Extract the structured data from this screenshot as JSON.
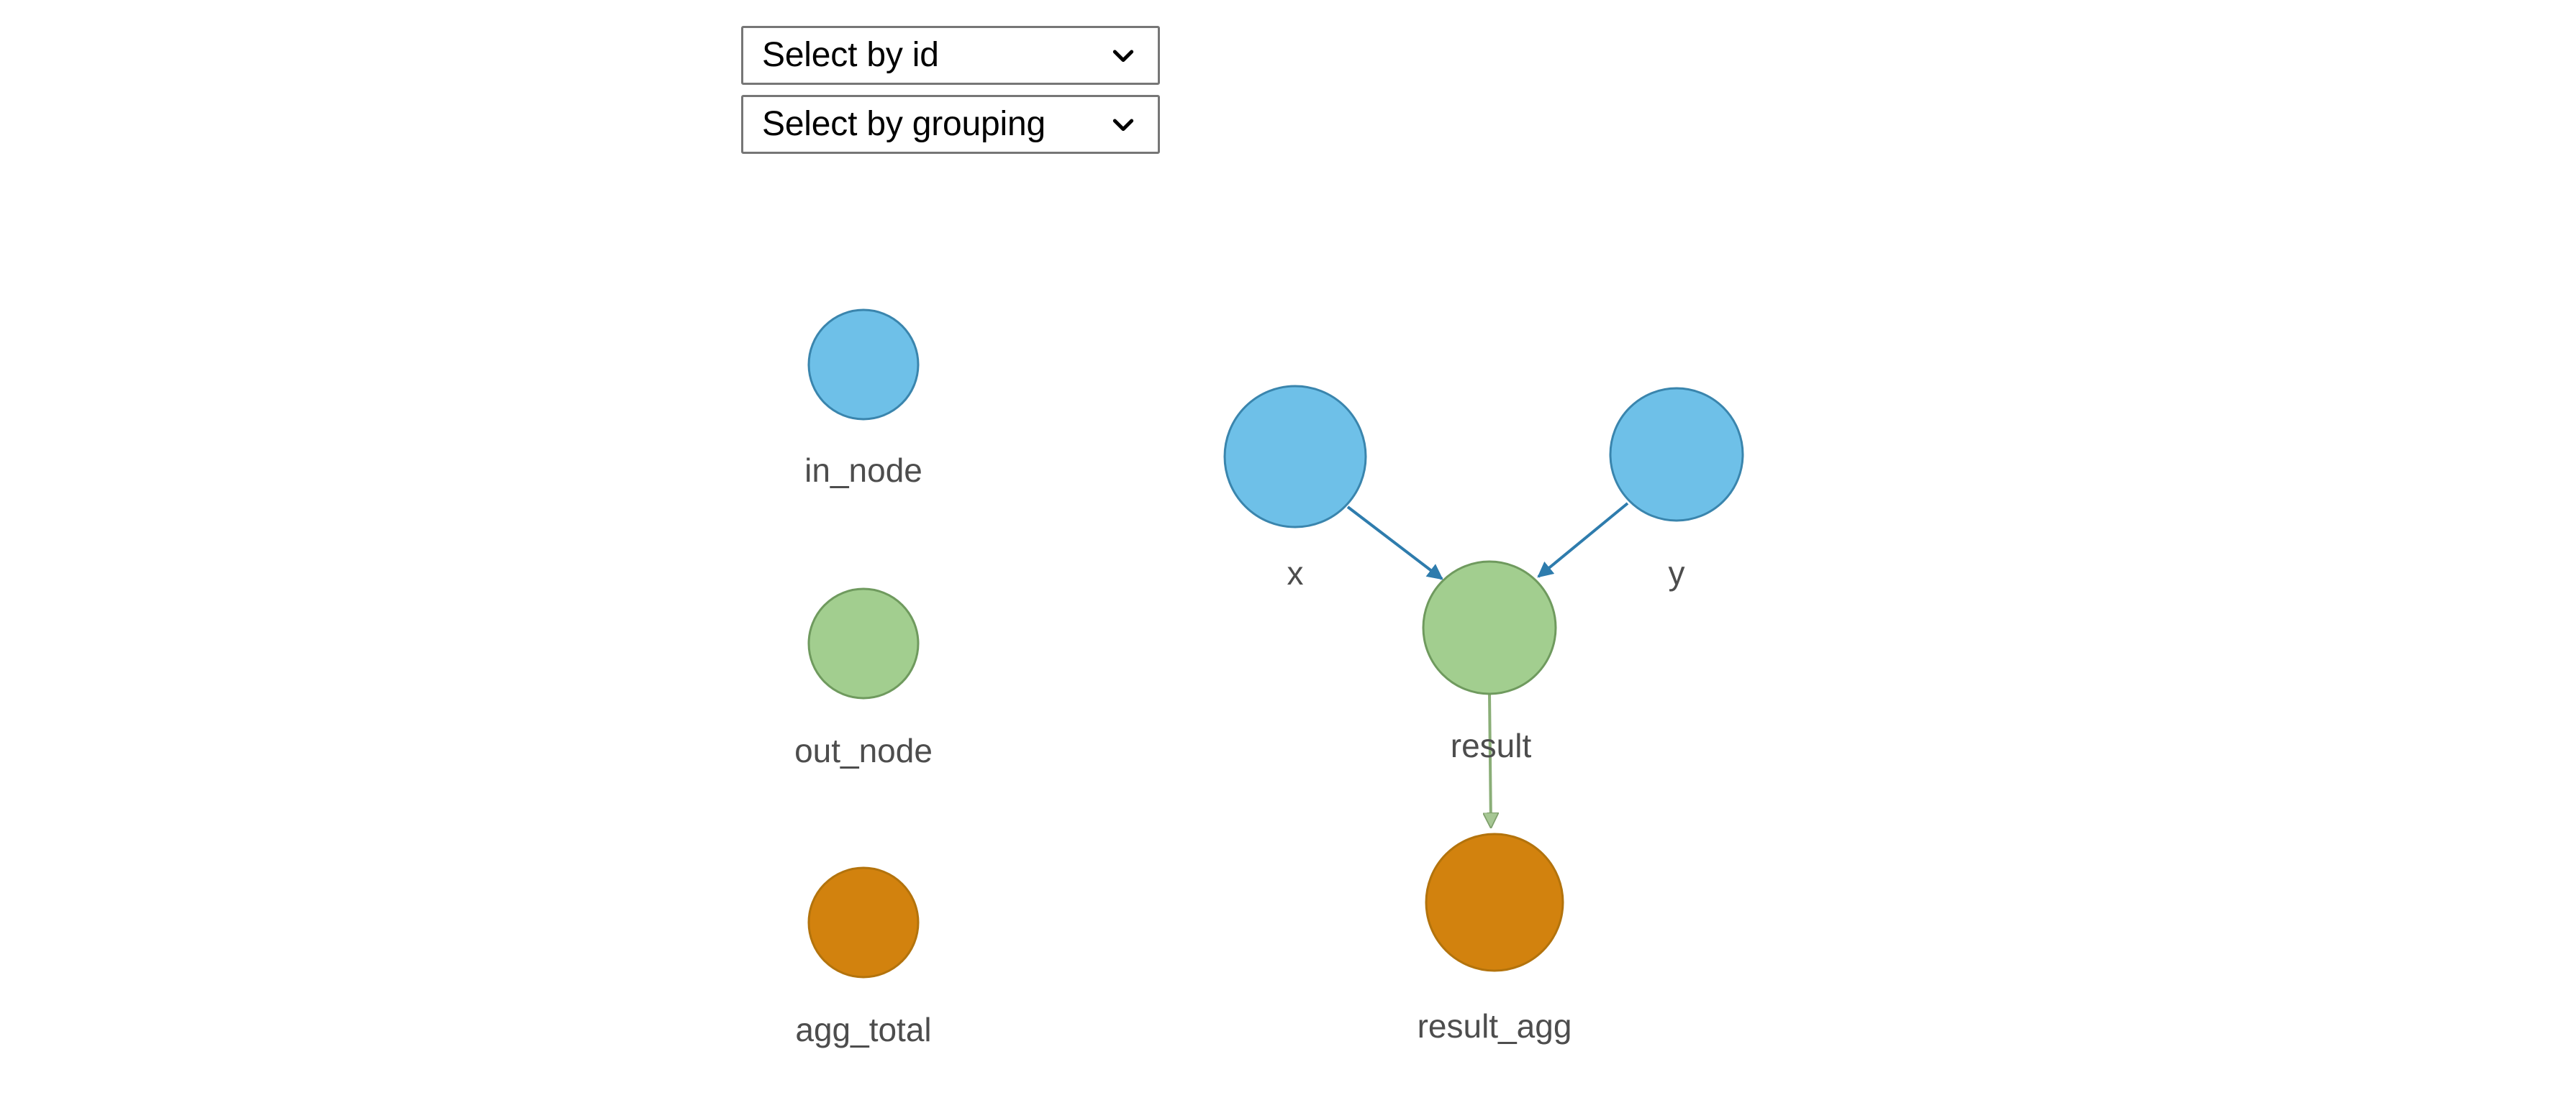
{
  "controls": {
    "select_id": {
      "label": "Select by id",
      "icon": "chevron-down-icon"
    },
    "select_grouping": {
      "label": "Select by grouping",
      "icon": "chevron-down-icon"
    }
  },
  "legend": {
    "items": [
      {
        "label": "in_node",
        "fill": "#6ec0e8",
        "stroke": "#3a85ad"
      },
      {
        "label": "out_node",
        "fill": "#a2ce8f",
        "stroke": "#6f9a5e"
      },
      {
        "label": "agg_total",
        "fill": "#d2820e",
        "stroke": "#b3730c"
      }
    ]
  },
  "graph": {
    "nodes": [
      {
        "id": "x",
        "label": "x",
        "fill": "#6ec0e8",
        "stroke": "#3a85ad"
      },
      {
        "id": "y",
        "label": "y",
        "fill": "#6ec0e8",
        "stroke": "#3a85ad"
      },
      {
        "id": "result",
        "label": "",
        "fill": "#a2ce8f",
        "stroke": "#6f9a5e"
      },
      {
        "id": "result_agg",
        "label": "result_agg",
        "fill": "#d2820e",
        "stroke": "#b3730c"
      }
    ],
    "edges": [
      {
        "from": "x",
        "to": "result",
        "label": "",
        "color": "#2e7cad"
      },
      {
        "from": "y",
        "to": "result",
        "label": "",
        "color": "#2e7cad"
      },
      {
        "from": "result",
        "to": "result_agg",
        "label": "result",
        "color": "#8aae77"
      }
    ]
  }
}
